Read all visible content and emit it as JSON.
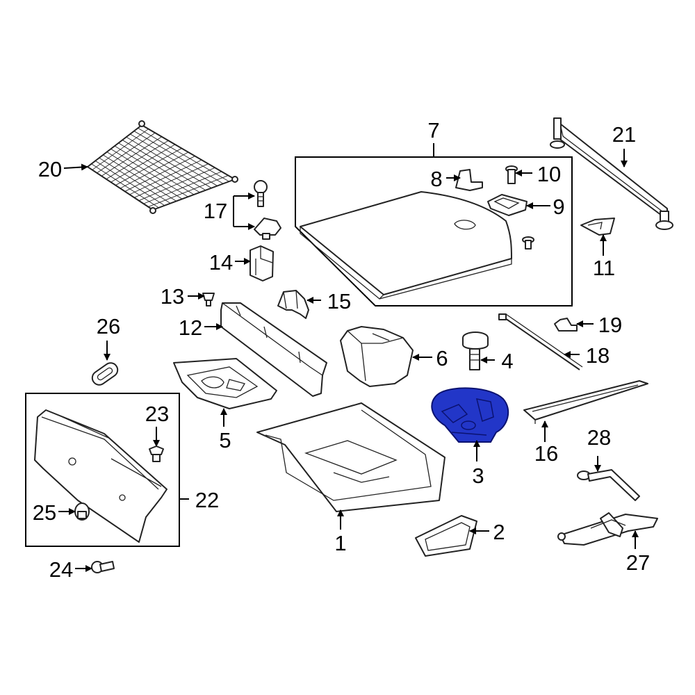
{
  "highlight_color": "#2236c8",
  "callouts": {
    "c1": "1",
    "c2": "2",
    "c3": "3",
    "c4": "4",
    "c5": "5",
    "c6": "6",
    "c7": "7",
    "c8": "8",
    "c9": "9",
    "c10": "10",
    "c11": "11",
    "c12": "12",
    "c13": "13",
    "c14": "14",
    "c15": "15",
    "c16": "16",
    "c17": "17",
    "c18": "18",
    "c19": "19",
    "c20": "20",
    "c21": "21",
    "c22": "22",
    "c23": "23",
    "c24": "24",
    "c25": "25",
    "c26": "26",
    "c27": "27",
    "c28": "28"
  }
}
